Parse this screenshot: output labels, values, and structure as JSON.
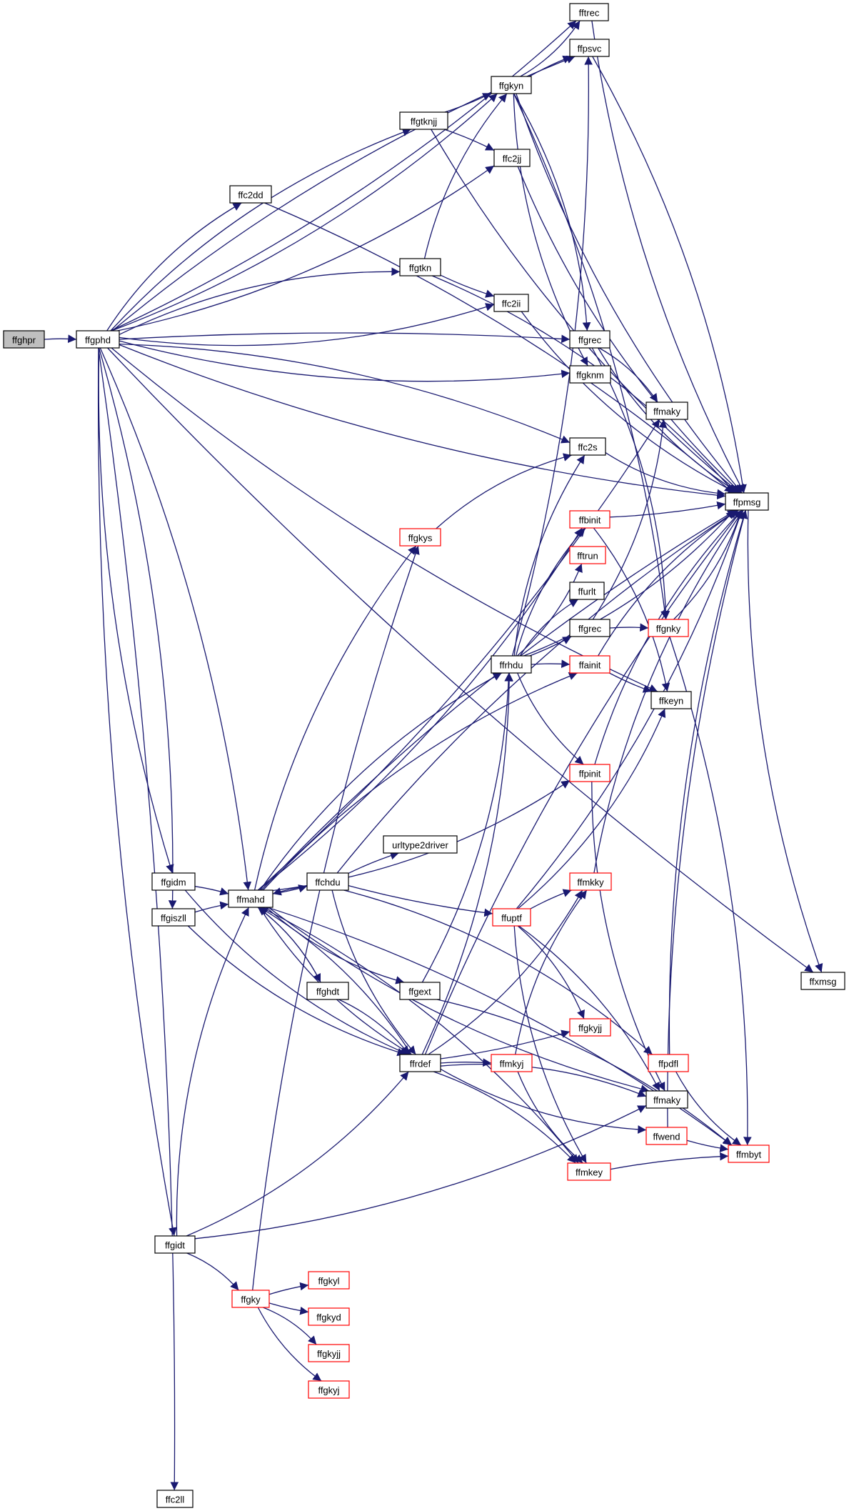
{
  "colors": {
    "edge": "#191970",
    "root_fill": "#bfbfbf",
    "truncated_border": "#ff0000",
    "node_border": "#000000"
  },
  "nodes": [
    {
      "id": "ffghpr",
      "label": "ffghpr",
      "style": "root"
    },
    {
      "id": "ffgphd",
      "label": "ffgphd",
      "style": "normal"
    },
    {
      "id": "fftrec",
      "label": "fftrec",
      "style": "normal"
    },
    {
      "id": "ffpsvc",
      "label": "ffpsvc",
      "style": "normal"
    },
    {
      "id": "ffgkyn",
      "label": "ffgkyn",
      "style": "normal"
    },
    {
      "id": "ffgtknjj",
      "label": "ffgtknjj",
      "style": "normal"
    },
    {
      "id": "ffc2jj",
      "label": "ffc2jj",
      "style": "normal"
    },
    {
      "id": "ffc2dd",
      "label": "ffc2dd",
      "style": "normal"
    },
    {
      "id": "ffgtkn",
      "label": "ffgtkn",
      "style": "normal"
    },
    {
      "id": "ffc2ii",
      "label": "ffc2ii",
      "style": "normal"
    },
    {
      "id": "ffgrec1",
      "label": "ffgrec",
      "style": "normal"
    },
    {
      "id": "ffgknm",
      "label": "ffgknm",
      "style": "normal"
    },
    {
      "id": "ffmaky1",
      "label": "ffmaky",
      "style": "normal"
    },
    {
      "id": "ffc2s",
      "label": "ffc2s",
      "style": "normal"
    },
    {
      "id": "ffpmsg",
      "label": "ffpmsg",
      "style": "normal"
    },
    {
      "id": "ffgkys",
      "label": "ffgkys",
      "style": "truncated"
    },
    {
      "id": "ffbinit",
      "label": "ffbinit",
      "style": "truncated"
    },
    {
      "id": "fftrun",
      "label": "fftrun",
      "style": "truncated"
    },
    {
      "id": "ffurlt",
      "label": "ffurlt",
      "style": "normal"
    },
    {
      "id": "ffgrec2",
      "label": "ffgrec",
      "style": "normal"
    },
    {
      "id": "ffgnky",
      "label": "ffgnky",
      "style": "truncated"
    },
    {
      "id": "ffrhdu",
      "label": "ffrhdu",
      "style": "normal"
    },
    {
      "id": "ffainit",
      "label": "ffainit",
      "style": "truncated"
    },
    {
      "id": "ffkeyn",
      "label": "ffkeyn",
      "style": "normal"
    },
    {
      "id": "ffpinit",
      "label": "ffpinit",
      "style": "truncated"
    },
    {
      "id": "urltype2driver",
      "label": "urltype2driver",
      "style": "normal"
    },
    {
      "id": "ffgidm",
      "label": "ffgidm",
      "style": "normal"
    },
    {
      "id": "ffmahd",
      "label": "ffmahd",
      "style": "normal"
    },
    {
      "id": "ffchdu",
      "label": "ffchdu",
      "style": "normal"
    },
    {
      "id": "ffmkky",
      "label": "ffmkky",
      "style": "truncated"
    },
    {
      "id": "ffgiszll",
      "label": "ffgiszll",
      "style": "normal"
    },
    {
      "id": "ffuptf",
      "label": "ffuptf",
      "style": "truncated"
    },
    {
      "id": "ffxmsg",
      "label": "ffxmsg",
      "style": "normal"
    },
    {
      "id": "ffghdt",
      "label": "ffghdt",
      "style": "normal"
    },
    {
      "id": "ffgext",
      "label": "ffgext",
      "style": "normal"
    },
    {
      "id": "ffgkyjj1",
      "label": "ffgkyjj",
      "style": "truncated"
    },
    {
      "id": "ffrdef",
      "label": "ffrdef",
      "style": "normal"
    },
    {
      "id": "ffmkyj",
      "label": "ffmkyj",
      "style": "truncated"
    },
    {
      "id": "ffpdfl",
      "label": "ffpdfl",
      "style": "truncated"
    },
    {
      "id": "ffmaky2",
      "label": "ffmaky",
      "style": "normal"
    },
    {
      "id": "ffwend",
      "label": "ffwend",
      "style": "truncated"
    },
    {
      "id": "ffmbyt",
      "label": "ffmbyt",
      "style": "truncated"
    },
    {
      "id": "ffmkey",
      "label": "ffmkey",
      "style": "truncated"
    },
    {
      "id": "ffgidt",
      "label": "ffgidt",
      "style": "normal"
    },
    {
      "id": "ffgkyl",
      "label": "ffgkyl",
      "style": "truncated"
    },
    {
      "id": "ffgky",
      "label": "ffgky",
      "style": "truncated"
    },
    {
      "id": "ffgkyd",
      "label": "ffgkyd",
      "style": "truncated"
    },
    {
      "id": "ffgkyjj2",
      "label": "ffgkyjj",
      "style": "truncated"
    },
    {
      "id": "ffgkyj",
      "label": "ffgkyj",
      "style": "truncated"
    },
    {
      "id": "ffc2ll",
      "label": "ffc2ll",
      "style": "normal"
    }
  ],
  "edges": [
    [
      "ffghpr",
      "ffgphd"
    ],
    [
      "ffgphd",
      "fftrec"
    ],
    [
      "ffgphd",
      "ffpsvc"
    ],
    [
      "ffgphd",
      "ffgkyn"
    ],
    [
      "ffgphd",
      "ffgtknjj"
    ],
    [
      "ffgphd",
      "ffc2jj"
    ],
    [
      "ffgphd",
      "ffc2dd"
    ],
    [
      "ffgphd",
      "ffpmsg"
    ],
    [
      "ffgphd",
      "ffgtkn"
    ],
    [
      "ffgphd",
      "ffc2ii"
    ],
    [
      "ffgphd",
      "ffgrec1"
    ],
    [
      "ffgphd",
      "ffgknm"
    ],
    [
      "ffgphd",
      "ffc2s"
    ],
    [
      "ffgphd",
      "ffkeyn"
    ],
    [
      "ffgphd",
      "ffmahd"
    ],
    [
      "ffgphd",
      "ffgidm"
    ],
    [
      "ffgphd",
      "ffgiszll"
    ],
    [
      "ffgphd",
      "ffgidt"
    ],
    [
      "ffgphd",
      "ffc2ll"
    ],
    [
      "ffgkyn",
      "fftrec"
    ],
    [
      "ffgkyn",
      "ffpsvc"
    ],
    [
      "ffgkyn",
      "ffpmsg"
    ],
    [
      "ffgkyn",
      "ffgrec1"
    ],
    [
      "ffgkyn",
      "ffgknm"
    ],
    [
      "ffgkyn",
      "ffgnky"
    ],
    [
      "ffgtknjj",
      "ffgkyn"
    ],
    [
      "ffgtknjj",
      "ffc2jj"
    ],
    [
      "ffgtknjj",
      "ffpmsg"
    ],
    [
      "ffgtkn",
      "ffgkyn"
    ],
    [
      "ffgtkn",
      "ffc2ii"
    ],
    [
      "ffgtkn",
      "ffpmsg"
    ],
    [
      "fftrec",
      "ffpmsg"
    ],
    [
      "ffpsvc",
      "ffpmsg"
    ],
    [
      "ffc2jj",
      "ffpmsg"
    ],
    [
      "ffc2dd",
      "ffpmsg"
    ],
    [
      "ffc2ii",
      "ffpmsg"
    ],
    [
      "ffgrec1",
      "ffmaky1"
    ],
    [
      "ffgrec1",
      "ffpmsg"
    ],
    [
      "ffgrec1",
      "ffgnky"
    ],
    [
      "ffc2s",
      "ffpmsg"
    ],
    [
      "ffgkys",
      "ffc2s"
    ],
    [
      "ffbinit",
      "ffpmsg"
    ],
    [
      "ffbinit",
      "ffkeyn"
    ],
    [
      "ffgrec2",
      "ffmaky1"
    ],
    [
      "ffgrec2",
      "ffgnky"
    ],
    [
      "ffgnky",
      "ffpmsg"
    ],
    [
      "ffgnky",
      "ffmbyt"
    ],
    [
      "ffrhdu",
      "ffpsvc"
    ],
    [
      "ffrhdu",
      "ffc2s"
    ],
    [
      "ffrhdu",
      "ffpmsg"
    ],
    [
      "ffrhdu",
      "ffbinit"
    ],
    [
      "ffrhdu",
      "fftrun"
    ],
    [
      "ffrhdu",
      "ffurlt"
    ],
    [
      "ffrhdu",
      "ffgrec2"
    ],
    [
      "ffrhdu",
      "ffainit"
    ],
    [
      "ffrhdu",
      "ffpinit"
    ],
    [
      "ffainit",
      "ffpmsg"
    ],
    [
      "ffainit",
      "ffkeyn"
    ],
    [
      "ffpinit",
      "ffpmsg"
    ],
    [
      "ffpinit",
      "ffmaky2"
    ],
    [
      "ffmahd",
      "ffrhdu"
    ],
    [
      "ffmahd",
      "ffchdu"
    ],
    [
      "ffmahd",
      "ffghdt"
    ],
    [
      "ffmahd",
      "ffrdef"
    ],
    [
      "ffmahd",
      "ffmkey"
    ],
    [
      "ffmahd",
      "ffmaky2"
    ],
    [
      "ffmahd",
      "ffmbyt"
    ],
    [
      "ffmahd",
      "ffgext"
    ],
    [
      "ffmahd",
      "ffgkys"
    ],
    [
      "ffmahd",
      "ffbinit"
    ],
    [
      "ffmahd",
      "ffainit"
    ],
    [
      "ffmahd",
      "ffpinit"
    ],
    [
      "ffmahd",
      "ffpmsg"
    ],
    [
      "ffmahd",
      "ffmaky1"
    ],
    [
      "ffgidm",
      "ffmahd"
    ],
    [
      "ffgidm",
      "ffrdef"
    ],
    [
      "ffgiszll",
      "ffmahd"
    ],
    [
      "ffgiszll",
      "ffrdef"
    ],
    [
      "ffchdu",
      "urltype2driver"
    ],
    [
      "ffchdu",
      "ffuptf"
    ],
    [
      "ffchdu",
      "ffpmsg"
    ],
    [
      "ffchdu",
      "ffrdef"
    ],
    [
      "ffchdu",
      "ffpdfl"
    ],
    [
      "ffchdu",
      "ffmahd"
    ],
    [
      "ffuptf",
      "ffmkky"
    ],
    [
      "ffuptf",
      "ffkeyn"
    ],
    [
      "ffuptf",
      "ffgkyjj1"
    ],
    [
      "ffuptf",
      "ffmkey"
    ],
    [
      "ffuptf",
      "ffmaky2"
    ],
    [
      "ffuptf",
      "ffpmsg"
    ],
    [
      "ffmkky",
      "ffpmsg"
    ],
    [
      "ffghdt",
      "ffmahd"
    ],
    [
      "ffghdt",
      "ffrdef"
    ],
    [
      "ffgext",
      "ffrhdu"
    ],
    [
      "ffgext",
      "ffmbyt"
    ],
    [
      "ffrdef",
      "ffrhdu"
    ],
    [
      "ffrdef",
      "ffmkyj"
    ],
    [
      "ffrdef",
      "ffgkyjj1"
    ],
    [
      "ffrdef",
      "ffmaky2"
    ],
    [
      "ffrdef",
      "ffwend"
    ],
    [
      "ffrdef",
      "ffmkey"
    ],
    [
      "ffrdef",
      "ffmkky"
    ],
    [
      "ffrdef",
      "ffpmsg"
    ],
    [
      "ffrdef",
      "ffmahd"
    ],
    [
      "ffmkyj",
      "ffmkky"
    ],
    [
      "ffmkyj",
      "ffmkey"
    ],
    [
      "ffpdfl",
      "ffpmsg"
    ],
    [
      "ffpdfl",
      "ffmbyt"
    ],
    [
      "ffwend",
      "ffpmsg"
    ],
    [
      "ffwend",
      "ffmbyt"
    ],
    [
      "ffmkey",
      "ffmbyt"
    ],
    [
      "ffpmsg",
      "ffxmsg"
    ],
    [
      "ffgidt",
      "ffmahd"
    ],
    [
      "ffgidt",
      "ffrdef"
    ],
    [
      "ffgidt",
      "ffgky"
    ],
    [
      "ffgidt",
      "ffmaky2"
    ],
    [
      "ffgky",
      "ffgkyl"
    ],
    [
      "ffgky",
      "ffgkyd"
    ],
    [
      "ffgky",
      "ffgkyjj2"
    ],
    [
      "ffgky",
      "ffgkyj"
    ],
    [
      "ffgky",
      "ffgkys"
    ],
    [
      "ffgphd",
      "ffxmsg"
    ]
  ]
}
